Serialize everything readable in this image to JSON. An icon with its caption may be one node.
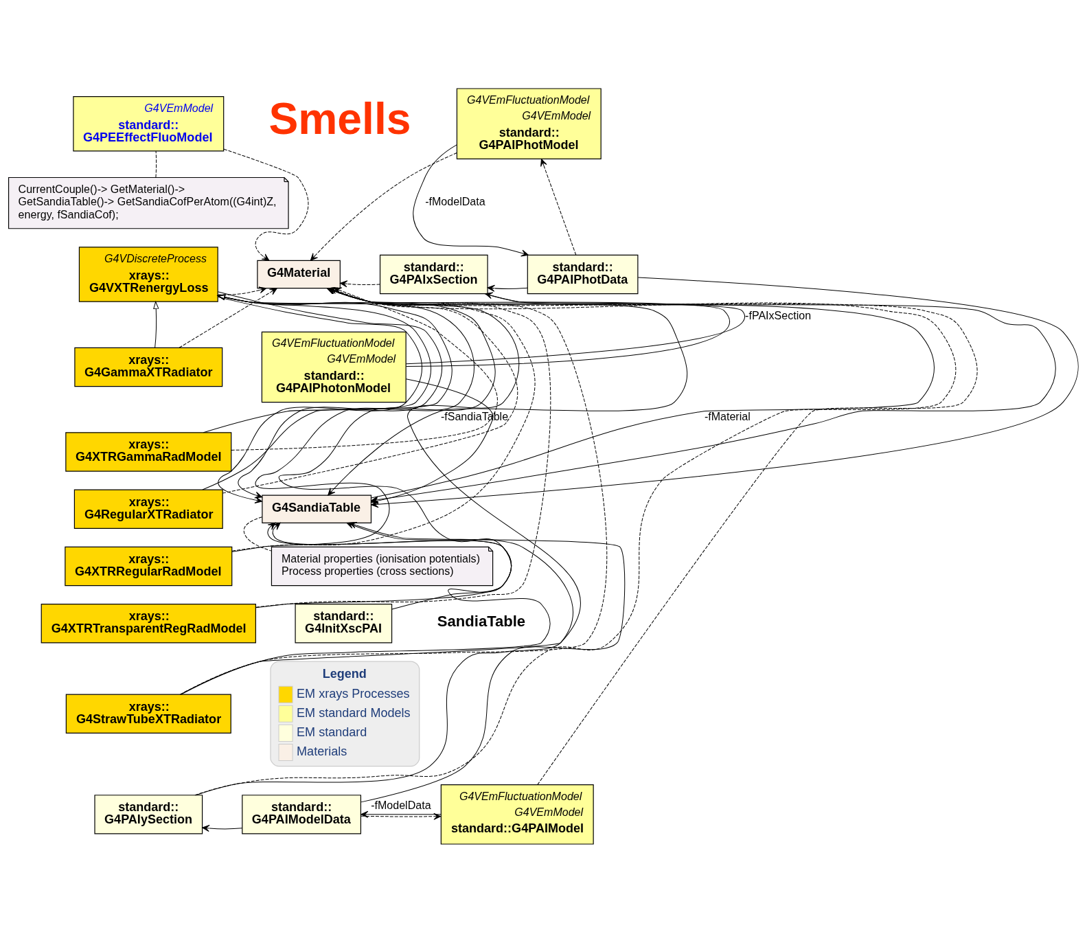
{
  "diagram": {
    "nodes": [
      {
        "text": [
          "G4VEmModel",
          "standard:: G4PEEffectFluoModel"
        ]
      },
      {
        "text": [
          "CurrentCouple()-> GetMaterial()-> GetSandiaTable()-> GetSandiaCofPerAtom((G4int)Z, energy, fSandiaCof);"
        ]
      },
      {
        "text": [
          "G4Material"
        ]
      },
      {
        "text": [
          "G4VEmFluctuationModel",
          "G4VEmModel",
          "standard:: G4PAIPhotModel"
        ]
      },
      {
        "text": [
          "standard:: G4PAIxSection"
        ]
      },
      {
        "text": [
          "standard:: G4PAIPhotData"
        ]
      },
      {
        "text": [
          "G4VDiscreteProcess",
          "xrays:: G4VXTRenergyLoss"
        ]
      },
      {
        "text": [
          "xrays:: G4GammaXTRadiator"
        ]
      },
      {
        "text": [
          "xrays:: G4XTRGammaRadModel"
        ]
      },
      {
        "text": [
          "xrays:: G4RegularXTRadiator"
        ]
      },
      {
        "text": [
          "xrays:: G4XTRRegularRadModel"
        ]
      },
      {
        "text": [
          "xrays:: G4XTRTransparentRegRadModel"
        ]
      },
      {
        "text": [
          "xrays:: G4StrawTubeXTRadiator"
        ]
      },
      {
        "text": [
          "G4VEmFluctuationModel",
          "G4VEmModel",
          "standard:: G4PAIPhotonModel"
        ]
      },
      {
        "text": [
          "G4SandiaTable"
        ]
      },
      {
        "text": [
          "Material properties (ionisation potentials) Process properties (cross sections)"
        ]
      },
      {
        "text": [
          "standard:: G4InitXscPAI"
        ]
      },
      {
        "text": [
          "standard:: G4PAIySection"
        ]
      },
      {
        "text": [
          "standard:: G4PAIModelData"
        ]
      },
      {
        "text": [
          "G4VEmFluctuationModel",
          "G4VEmModel",
          "standard::G4PAIModel"
        ]
      }
    ],
    "edges": [
      {
        "from": 0,
        "to": 2,
        "arrow": "to",
        "style": "dashed"
      },
      {
        "from": 1,
        "to": 0,
        "arrow": "none",
        "style": "dashed"
      },
      {
        "from": 3,
        "to": 2,
        "arrow": "to",
        "style": "dashed"
      },
      {
        "from": 19,
        "to": 2,
        "arrow": "to",
        "style": "dashed"
      },
      {
        "from": 17,
        "to": 2,
        "arrow": "to",
        "style": "dashed"
      },
      {
        "from": 4,
        "to": 2,
        "arrow": "to",
        "style": "dashed"
      },
      {
        "from": 6,
        "to": 2,
        "arrow": "to",
        "style": "dashed"
      },
      {
        "from": 7,
        "to": 2,
        "arrow": "to",
        "style": "dashed"
      },
      {
        "from": 8,
        "to": 2,
        "arrow": "to",
        "style": "dashed"
      },
      {
        "from": 9,
        "to": 2,
        "arrow": "to",
        "style": "dashed"
      },
      {
        "from": 10,
        "to": 2,
        "arrow": "to",
        "style": "dashed"
      },
      {
        "from": 11,
        "to": 2,
        "arrow": "to",
        "style": "dashed"
      },
      {
        "from": 12,
        "to": 2,
        "arrow": "to",
        "style": "dashed"
      },
      {
        "from": 3,
        "to": 5,
        "arrow": "to",
        "label": "-fModelData"
      },
      {
        "from": 5,
        "to": 3,
        "arrow": "to",
        "style": "dashed"
      },
      {
        "from": 5,
        "to": 4,
        "arrow": "to"
      },
      {
        "from": 13,
        "to": 2,
        "arrow": "to"
      },
      {
        "from": 13,
        "to": 4,
        "arrow": "to",
        "label": "-fPAIxSection"
      },
      {
        "from": 2,
        "to": 14,
        "arrow": "to",
        "label": "-fSandiaTable"
      },
      {
        "from": 14,
        "to": 2,
        "arrow": "to",
        "label": "-fMaterial"
      },
      {
        "from": 13,
        "to": 14,
        "arrow": "to"
      },
      {
        "from": 4,
        "to": 14,
        "arrow": "to"
      },
      {
        "from": 5,
        "to": 14,
        "arrow": "to"
      },
      {
        "from": 14,
        "to": 15,
        "arrow": "none",
        "style": "dashed"
      },
      {
        "from": 7,
        "to": 6,
        "arrow": "to"
      },
      {
        "from": 8,
        "to": 6,
        "arrow": "to"
      },
      {
        "from": 9,
        "to": 6,
        "arrow": "to"
      },
      {
        "from": 10,
        "to": 6,
        "arrow": "to"
      },
      {
        "from": 11,
        "to": 6,
        "arrow": "to"
      },
      {
        "from": 12,
        "to": 6,
        "arrow": "to"
      },
      {
        "from": 12,
        "to": 14,
        "arrow": "to"
      },
      {
        "from": 6,
        "to": 14,
        "arrow": "to"
      },
      {
        "from": 6,
        "to": 14,
        "arrow": "to"
      },
      {
        "from": 17,
        "to": 14,
        "arrow": "to"
      },
      {
        "from": 18,
        "to": 14,
        "arrow": "to"
      },
      {
        "from": 16,
        "to": 14,
        "arrow": "to"
      },
      {
        "from": 18,
        "to": 17,
        "arrow": "to"
      },
      {
        "from": 19,
        "to": 18,
        "arrow": "to",
        "label": "-fModelData"
      },
      {
        "from": 18,
        "to": 19,
        "arrow": "to",
        "style": "dashed"
      }
    ],
    "labels": [
      "Smells",
      "SandiaTable",
      "Legend"
    ],
    "legend": [
      {
        "text": "EM xrays Processes",
        "color": "#ffd700"
      },
      {
        "text": "EM standard Models",
        "color": "#ffff99"
      },
      {
        "text": "EM standard",
        "color": "#ffffdd"
      },
      {
        "text": "Materials",
        "color": "#faf0e6"
      }
    ]
  }
}
